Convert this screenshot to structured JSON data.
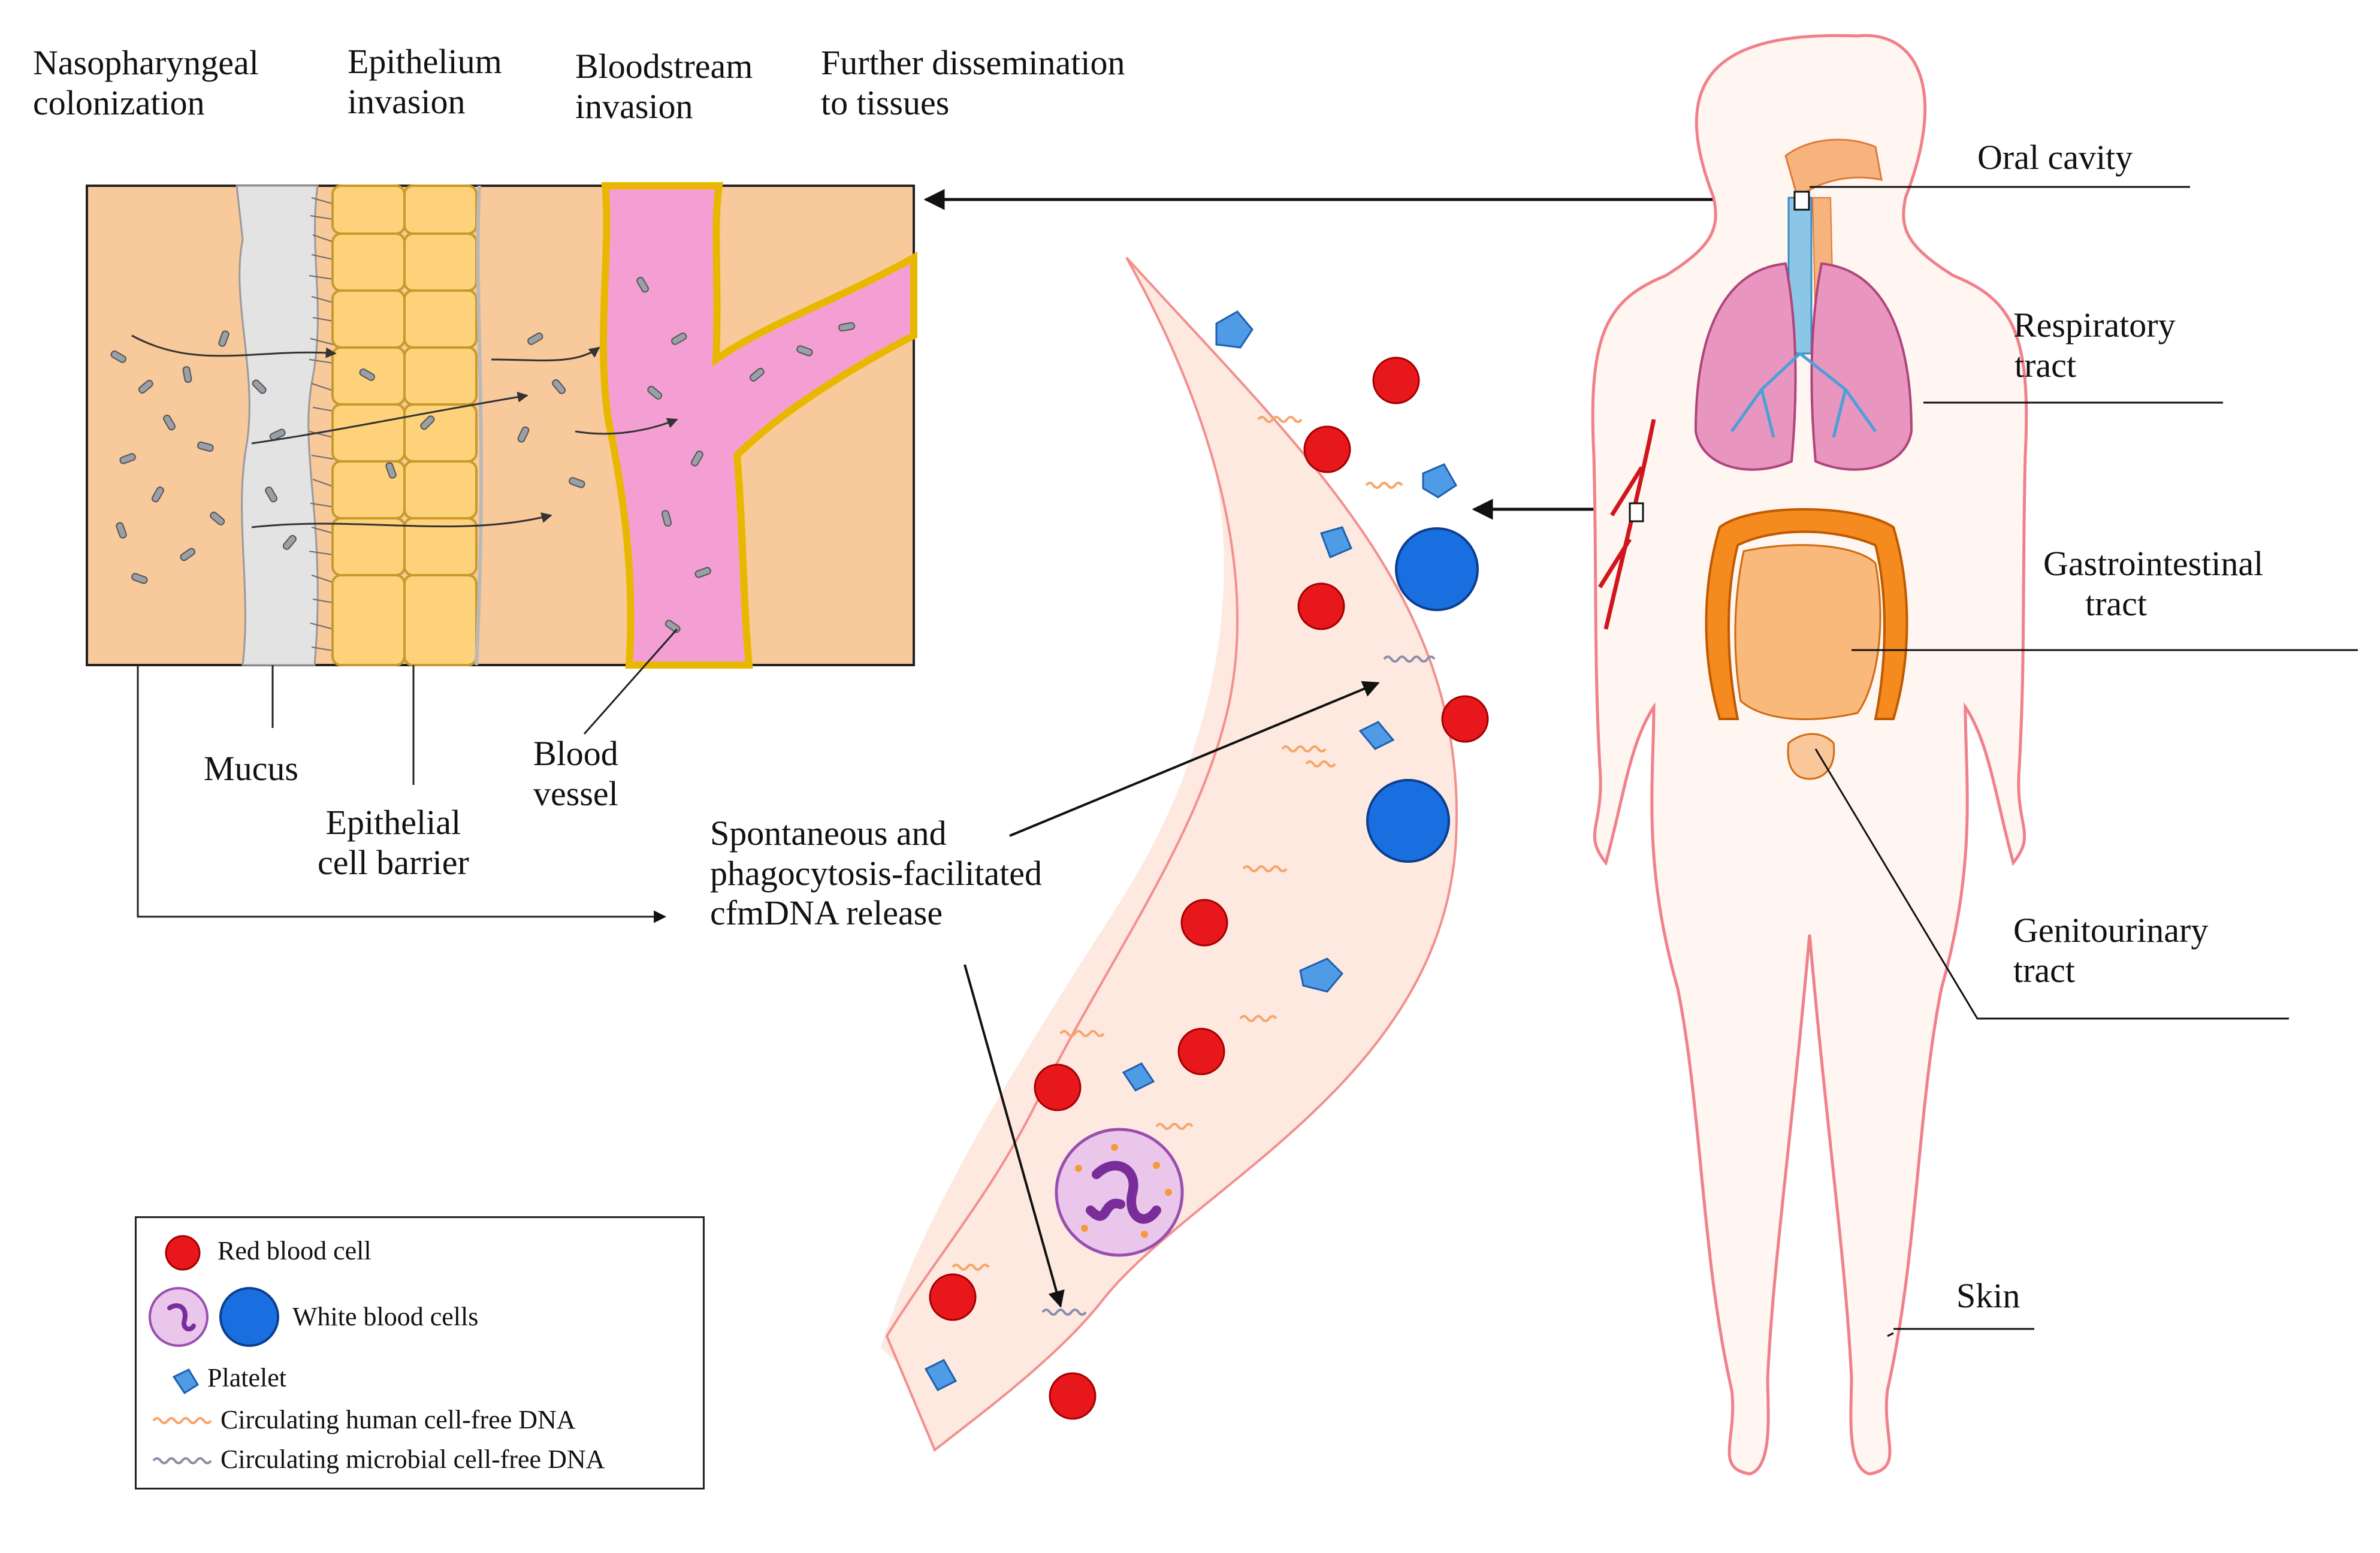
{
  "stages": {
    "nasopharyngeal": [
      "Nasopharyngeal",
      "colonization"
    ],
    "epithelium": [
      "Epithelium",
      "invasion"
    ],
    "bloodstream": [
      "Bloodstream",
      "invasion"
    ],
    "dissemination": [
      "Further dissemination",
      "to tissues"
    ]
  },
  "tissue_labels": {
    "mucus": "Mucus",
    "epithelial_barrier": [
      "Epithelial",
      "cell barrier"
    ],
    "blood_vessel": [
      "Blood",
      "vessel"
    ]
  },
  "release_text": [
    "Spontaneous and",
    "phagocytosis-facilitated",
    "cfmDNA release"
  ],
  "body_sites": {
    "oral_cavity": "Oral cavity",
    "respiratory": [
      "Respiratory",
      "tract"
    ],
    "gastrointestinal": [
      "Gastrointestinal",
      "tract"
    ],
    "genitourinary": [
      "Genitourinary",
      "tract"
    ],
    "skin": "Skin"
  },
  "legend": {
    "red_blood_cell": "Red blood cell",
    "white_blood_cells": "White blood cells",
    "platelet": "Platelet",
    "human_cfdna": "Circulating human cell-free DNA",
    "microbial_cfdna": "Circulating microbial cell-free DNA"
  },
  "colors": {
    "tissue": "#f8c99a",
    "mucus": "#e3e3e3",
    "epithelium": "#fdd27a",
    "vessel": "#f49fd3",
    "vessel_wall": "#e8b800",
    "red_blood_cell": "#e8171c",
    "white_blood_cell": "#1a6fe0",
    "platelet": "#4f9be6",
    "human_cfdna": "#f5a66a",
    "microbial_cfdna": "#8a8ea8",
    "body_outline": "#f0808a",
    "lungs": "#e895c0",
    "intestine": "#f58a1e"
  }
}
